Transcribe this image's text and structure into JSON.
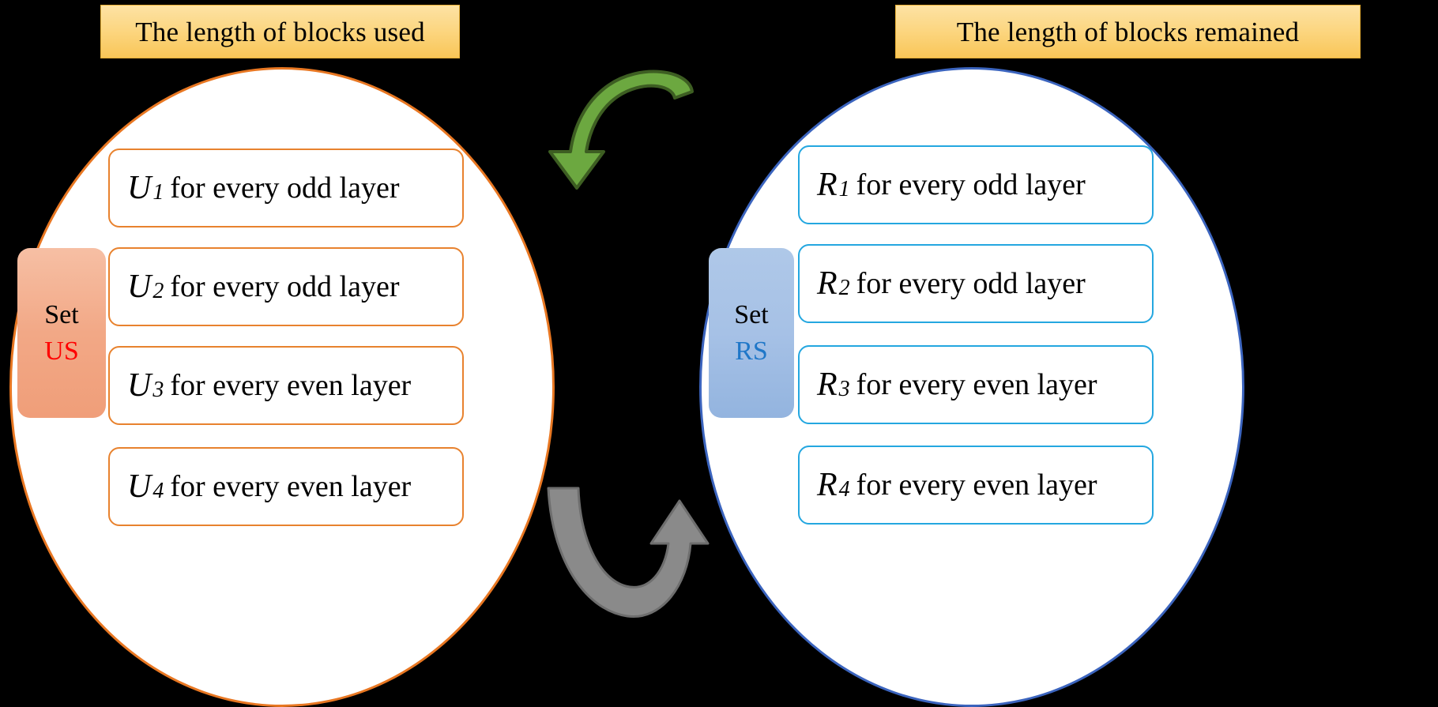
{
  "colors": {
    "banner_fill_top": "#FDE2A4",
    "banner_fill_bottom": "#F9C658",
    "banner_border": "#E8AE33",
    "left_circle_border": "#E87722",
    "right_circle_border": "#3B64BE",
    "left_pill_border": "#E8822E",
    "right_pill_border": "#24A7E0",
    "set_us_fill": "#F2A886",
    "set_us_code_text": "#FF0000",
    "set_rs_fill": "#A6C1E6",
    "set_rs_code_text": "#1F77C8",
    "green_arrow_fill": "#6CA840",
    "green_arrow_stroke": "#3D5E22",
    "gray_arrow_fill": "#8A8A8A",
    "gray_arrow_stroke": "#6E6E6E",
    "background": "#000000"
  },
  "left_panel": {
    "banner_title": "The length of blocks used",
    "set_tab": {
      "label": "Set",
      "code": "US"
    },
    "items": [
      {
        "symbol": "U",
        "subscript": "1",
        "text": "for every odd layer"
      },
      {
        "symbol": "U",
        "subscript": "2",
        "text": "for every odd layer"
      },
      {
        "symbol": "U",
        "subscript": "3",
        "text": "for every even layer"
      },
      {
        "symbol": "U",
        "subscript": "4",
        "text": "for every even layer"
      }
    ]
  },
  "right_panel": {
    "banner_title": "The length of blocks remained",
    "set_tab": {
      "label": "Set",
      "code": "RS"
    },
    "items": [
      {
        "symbol": "R",
        "subscript": "1",
        "text": "for every odd layer"
      },
      {
        "symbol": "R",
        "subscript": "2",
        "text": "for every odd layer"
      },
      {
        "symbol": "R",
        "subscript": "3",
        "text": "for every even layer"
      },
      {
        "symbol": "R",
        "subscript": "4",
        "text": "for every even layer"
      }
    ]
  },
  "arrows": {
    "top": {
      "name": "green-curved-arrow",
      "direction": "right-to-left",
      "color": "#6CA840"
    },
    "bottom": {
      "name": "gray-curved-arrow",
      "direction": "left-to-right",
      "color": "#8A8A8A"
    }
  }
}
